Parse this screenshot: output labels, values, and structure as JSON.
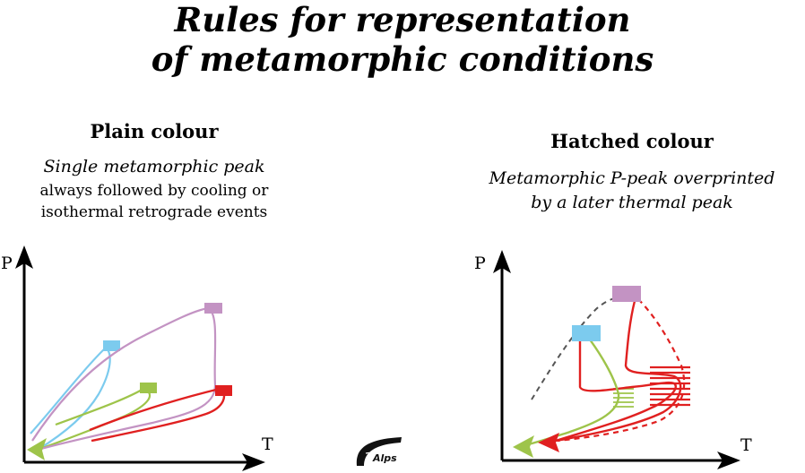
{
  "title": {
    "line1": "Rules for representation",
    "line2": "of metamorphic conditions"
  },
  "plain": {
    "heading": "Plain colour",
    "subtitle": "Single metamorphic peak",
    "desc_line1": "always followed by cooling or",
    "desc_line2": "isothermal retrograde events"
  },
  "hatched": {
    "heading": "Hatched colour",
    "desc_line1": "Metamorphic P-peak overprinted",
    "desc_line2": "by a later thermal peak"
  },
  "axes": {
    "p_label": "P",
    "t_label": "T"
  },
  "logo": {
    "text": "Alps"
  },
  "colors": {
    "blue": "#7ccbee",
    "green": "#9ec44a",
    "pink": "#c393c3",
    "red": "#e02020",
    "gray": "#555555"
  }
}
